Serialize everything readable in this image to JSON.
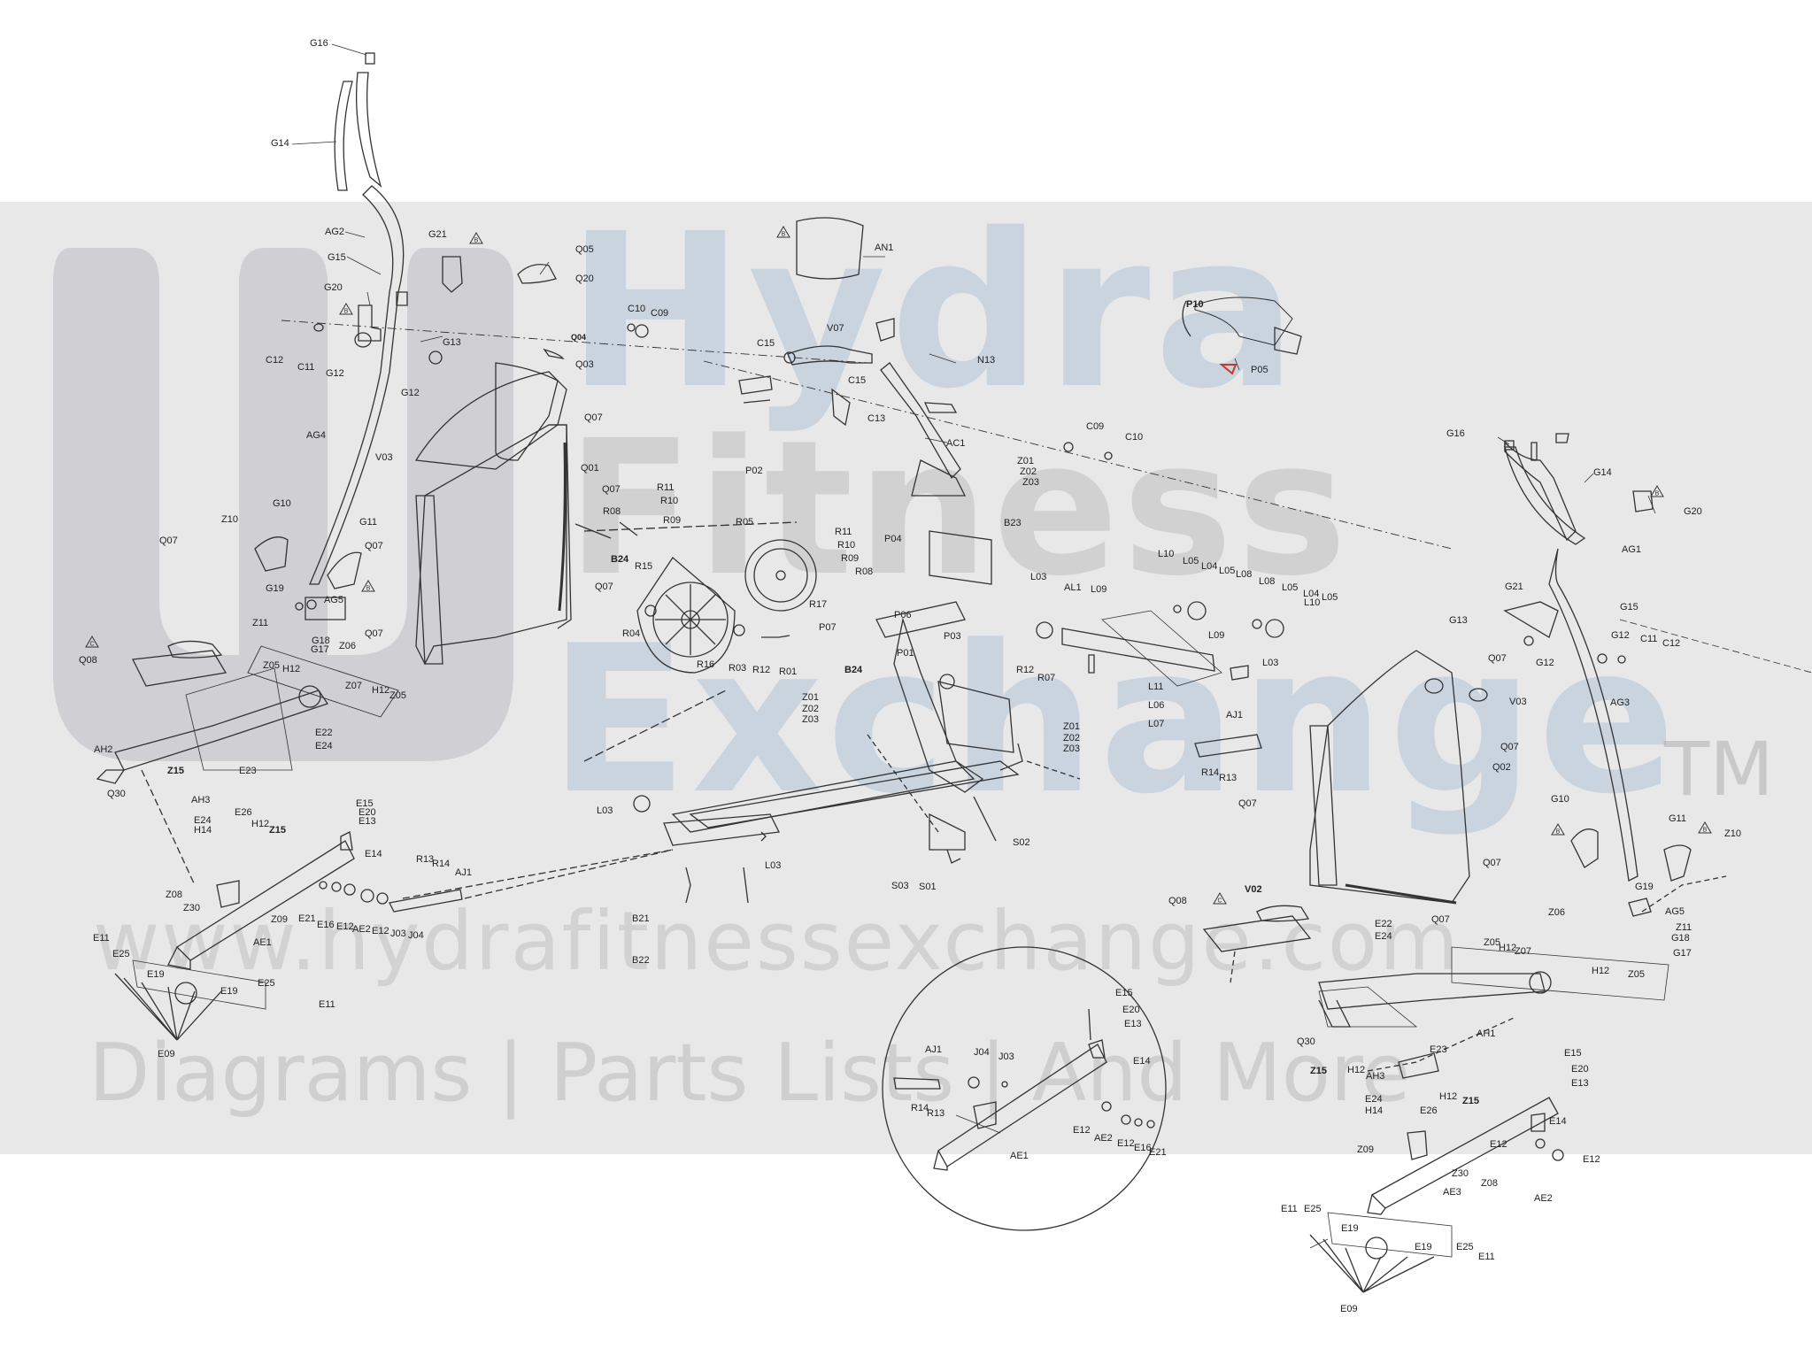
{
  "watermark": {
    "brand_line1": "Hydra",
    "brand_line2": "Fitness",
    "brand_line3": "Exchange",
    "trademark": "TM",
    "url": "www.hydrafitnessexchange.com",
    "tagline": "Diagrams | Parts Lists | And More"
  },
  "colors": {
    "band": "#e8e8e8",
    "line": "#333333",
    "arrow": "#c0392b"
  },
  "part_labels": {
    "G16a": "G16",
    "G14a": "G14",
    "AG2": "AG2",
    "G15a": "G15",
    "G20a": "G20",
    "C12a": "C12",
    "C11a": "C11",
    "G12a": "G12",
    "G13a": "G13",
    "G12b": "G12",
    "AG4": "AG4",
    "V03a": "V03",
    "G21a": "G21",
    "Q05": "Q05",
    "Q20": "Q20",
    "C10a": "C10",
    "C09a": "C09",
    "Q04": "Q04",
    "Q03": "Q03",
    "Q07a": "Q07",
    "Q01": "Q01",
    "Q07b": "Q07",
    "Q07c": "Q07",
    "Q07d": "Q07",
    "Q07e": "Q07",
    "Q07f": "Q07",
    "Z10a": "Z10",
    "G10a": "G10",
    "G11a": "G11",
    "G19a": "G19",
    "Z11a": "Z11",
    "AG5a": "AG5",
    "G18a": "G18",
    "G17a": "G17",
    "Z06a": "Z06",
    "Q08a": "Q08",
    "Z05a": "Z05",
    "H12a": "H12",
    "Z07a": "Z07",
    "H12b": "H12",
    "Z05b": "Z05",
    "AH2": "AH2",
    "E22a": "E22",
    "E24a": "E24",
    "Q30a": "Q30",
    "Z15a": "Z15",
    "E23a": "E23",
    "AH3a": "AH3",
    "E26a": "E26",
    "H12c": "H12",
    "E24b": "E24",
    "H14a": "H14",
    "Z15b": "Z15",
    "E15a": "E15",
    "E20a": "E20",
    "E13a": "E13",
    "E14a": "E14",
    "R13a": "R13",
    "R14a": "R14",
    "AJ1a": "AJ1",
    "Z08a": "Z08",
    "Z30a": "Z30",
    "Z09a": "Z09",
    "E21a": "E21",
    "E16a": "E16",
    "E12a": "E12",
    "AE2a": "AE2",
    "E12b": "E12",
    "J03a": "J03",
    "J04a": "J04",
    "AE1a": "AE1",
    "E11a": "E11",
    "E25a": "E25",
    "E19a": "E19",
    "E19b": "E19",
    "E25b": "E25",
    "E11b": "E11",
    "E09a": "E09",
    "R11a": "R11",
    "R10a": "R10",
    "R08a": "R08",
    "R09a": "R09",
    "B24a": "B24",
    "R05": "R05",
    "R15": "R15",
    "R11b": "R11",
    "R10b": "R10",
    "R09b": "R09",
    "R08b": "R08",
    "R17": "R17",
    "R04": "R04",
    "R16": "R16",
    "R03": "R03",
    "R12a": "R12",
    "R01": "R01",
    "AN1": "AN1",
    "V07": "V07",
    "C15a": "C15",
    "C15b": "C15",
    "N13": "N13",
    "C13": "C13",
    "AC1": "AC1",
    "P02": "P02",
    "C09b": "C09",
    "C10b": "C10",
    "Z01a": "Z01",
    "Z02a": "Z02",
    "Z03a": "Z03",
    "B23": "B23",
    "P04": "P04",
    "P10": "P10",
    "P05": "P05",
    "P06": "P06",
    "P03": "P03",
    "P07": "P07",
    "P01": "P01",
    "B24b": "B24",
    "Z01b": "Z01",
    "Z02b": "Z02",
    "Z03b": "Z03",
    "R12b": "R12",
    "R07": "R07",
    "Z01c": "Z01",
    "Z02c": "Z02",
    "Z03c": "Z03",
    "L03a": "L03",
    "AL1": "AL1",
    "L09a": "L09",
    "L10a": "L10",
    "L05a": "L05",
    "L04a": "L04",
    "L05b": "L05",
    "L08a": "L08",
    "L08b": "L08",
    "L05c": "L05",
    "L04b": "L04",
    "L05d": "L05",
    "L10b": "L10",
    "L09b": "L09",
    "L03b": "L03",
    "L11": "L11",
    "L06": "L06",
    "L07": "L07",
    "AJ1b": "AJ1",
    "R14b": "R14",
    "R13b": "R13",
    "L03c": "L03",
    "L03d": "L03",
    "B21": "B21",
    "B22": "B22",
    "S02": "S02",
    "S03": "S03",
    "S01": "S01",
    "G16b": "G16",
    "G14b": "G14",
    "G20b": "G20",
    "AG1": "AG1",
    "G21b": "G21",
    "G15b": "G15",
    "G13b": "G13",
    "Q07g": "Q07",
    "G12c": "G12",
    "G12d": "G12",
    "C11b": "C11",
    "C12b": "C12",
    "V03b": "V03",
    "AG3": "AG3",
    "Q07h": "Q07",
    "Q02": "Q02",
    "Q07i": "Q07",
    "Q07j": "Q07",
    "Q07k": "Q07",
    "G10b": "G10",
    "G11b": "G11",
    "Z10b": "Z10",
    "G19b": "G19",
    "AG5b": "AG5",
    "Z06b": "Z06",
    "G18b": "G18",
    "Z11b": "Z11",
    "G17b": "G17",
    "Q08b": "Q08",
    "V02": "V02",
    "E22b": "E22",
    "E24c": "E24",
    "Z05c": "Z05",
    "H12d": "H12",
    "Z07b": "Z07",
    "H12e": "H12",
    "Z05d": "Z05",
    "AH1": "AH1",
    "Q30b": "Q30",
    "E23b": "E23",
    "Z15c": "Z15",
    "H12f": "H12",
    "AH3b": "AH3",
    "E24d": "E24",
    "H14b": "H14",
    "E26b": "E26",
    "H12g": "H12",
    "Z15d": "Z15",
    "E15b": "E15",
    "E20b": "E20",
    "E13b": "E13",
    "E14b": "E14",
    "Z09b": "Z09",
    "E12c": "E12",
    "E12d": "E12",
    "Z30b": "Z30",
    "Z08b": "Z08",
    "AE3": "AE3",
    "AE2b": "AE2",
    "E11c": "E11",
    "E25c": "E25",
    "E19c": "E19",
    "E19d": "E19",
    "E25d": "E25",
    "E11d": "E11",
    "E09b": "E09",
    "E15c": "E15",
    "E20c": "E20",
    "E13c": "E13",
    "AJ1c": "AJ1",
    "J04b": "J04",
    "J03b": "J03",
    "E14c": "E14",
    "R14c": "R14",
    "R13c": "R13",
    "E12e": "E12",
    "AE2c": "AE2",
    "E12f": "E12",
    "E16b": "E16",
    "E21b": "E21",
    "AE1b": "AE1"
  },
  "warning_marks": {
    "w1": "B",
    "w2": "B",
    "w3": "B",
    "w4": "B",
    "w5": "B",
    "w6": "C",
    "w7": "B",
    "w8": "B",
    "w9": "C"
  }
}
